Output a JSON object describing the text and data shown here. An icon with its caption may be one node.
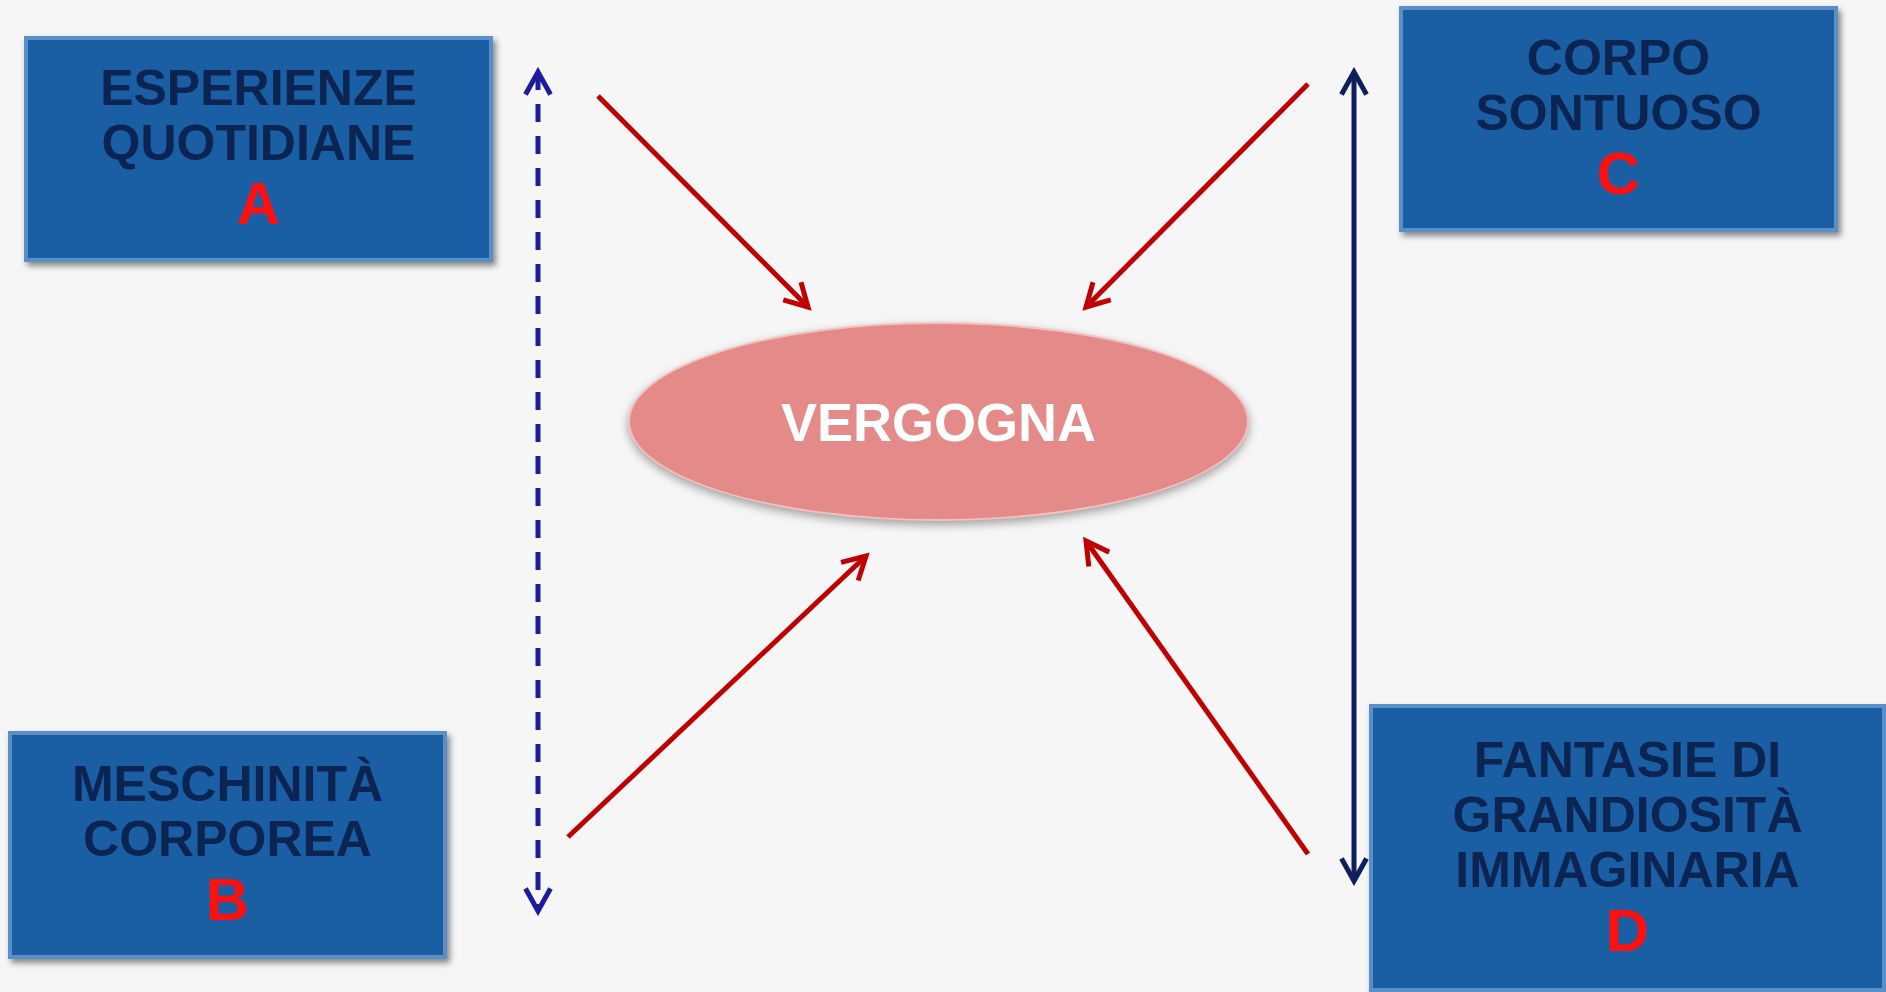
{
  "diagram": {
    "nodes": [
      {
        "text": [
          "ESPERIENZE QUOTIDIANE",
          "A"
        ]
      },
      {
        "text": [
          "CORPO SONTUOSO",
          "C"
        ]
      },
      {
        "text": [
          "VERGOGNA"
        ]
      },
      {
        "text": [
          "MESCHINITÀ CORPOREA",
          "B"
        ]
      },
      {
        "text": [
          "FANTASIE DI GRANDIOSITÀ IMMAGINARIA",
          "D"
        ]
      }
    ],
    "edges": [
      {
        "from": 0,
        "to": 2,
        "arrow": "to"
      },
      {
        "from": 1,
        "to": 2,
        "arrow": "to"
      },
      {
        "from": 3,
        "to": 2,
        "arrow": "to"
      },
      {
        "from": 4,
        "to": 2,
        "arrow": "to"
      },
      {
        "from": 0,
        "to": 3,
        "arrow": "both",
        "style": "dashed",
        "color": "#1c1c9c"
      },
      {
        "from": 1,
        "to": 4,
        "arrow": "both",
        "color": "#0d1f5c"
      }
    ]
  }
}
